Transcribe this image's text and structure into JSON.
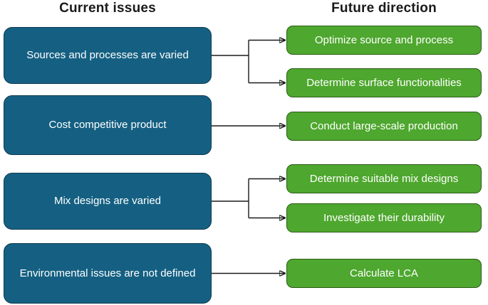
{
  "left_column": {
    "title": "Current issues",
    "boxes": [
      {
        "id": "issue-1",
        "label": "Sources and processes are varied"
      },
      {
        "id": "issue-2",
        "label": "Cost competitive product"
      },
      {
        "id": "issue-3",
        "label": "Mix designs are varied"
      },
      {
        "id": "issue-4",
        "label": "Environmental issues are not defined"
      }
    ]
  },
  "right_column": {
    "title": "Future direction",
    "boxes": [
      {
        "id": "direction-1",
        "label": "Optimize source and process"
      },
      {
        "id": "direction-2",
        "label": "Determine surface functionalities"
      },
      {
        "id": "direction-3",
        "label": "Conduct large-scale production"
      },
      {
        "id": "direction-4",
        "label": "Determine suitable mix designs"
      },
      {
        "id": "direction-5",
        "label": "Investigate their durability"
      },
      {
        "id": "direction-6",
        "label": "Calculate LCA"
      }
    ]
  },
  "connections": [
    {
      "from": "Sources and processes are varied",
      "to": [
        "Optimize source and process",
        "Determine surface functionalities"
      ]
    },
    {
      "from": "Cost competitive product",
      "to": [
        "Conduct large-scale production"
      ]
    },
    {
      "from": "Mix designs are varied",
      "to": [
        "Determine suitable mix designs",
        "Investigate their durability"
      ]
    },
    {
      "from": "Environmental issues are not defined",
      "to": [
        "Calculate LCA"
      ]
    }
  ],
  "colors": {
    "issue_fill": "#156082",
    "issue_border": "#0d3b51",
    "direction_fill": "#4ea72e",
    "direction_border": "#2b5d18",
    "arrow_color": "#1a1a1a",
    "title_color": "#1a1a1a",
    "box_text": "#ffffff",
    "bg": "#ffffff"
  }
}
